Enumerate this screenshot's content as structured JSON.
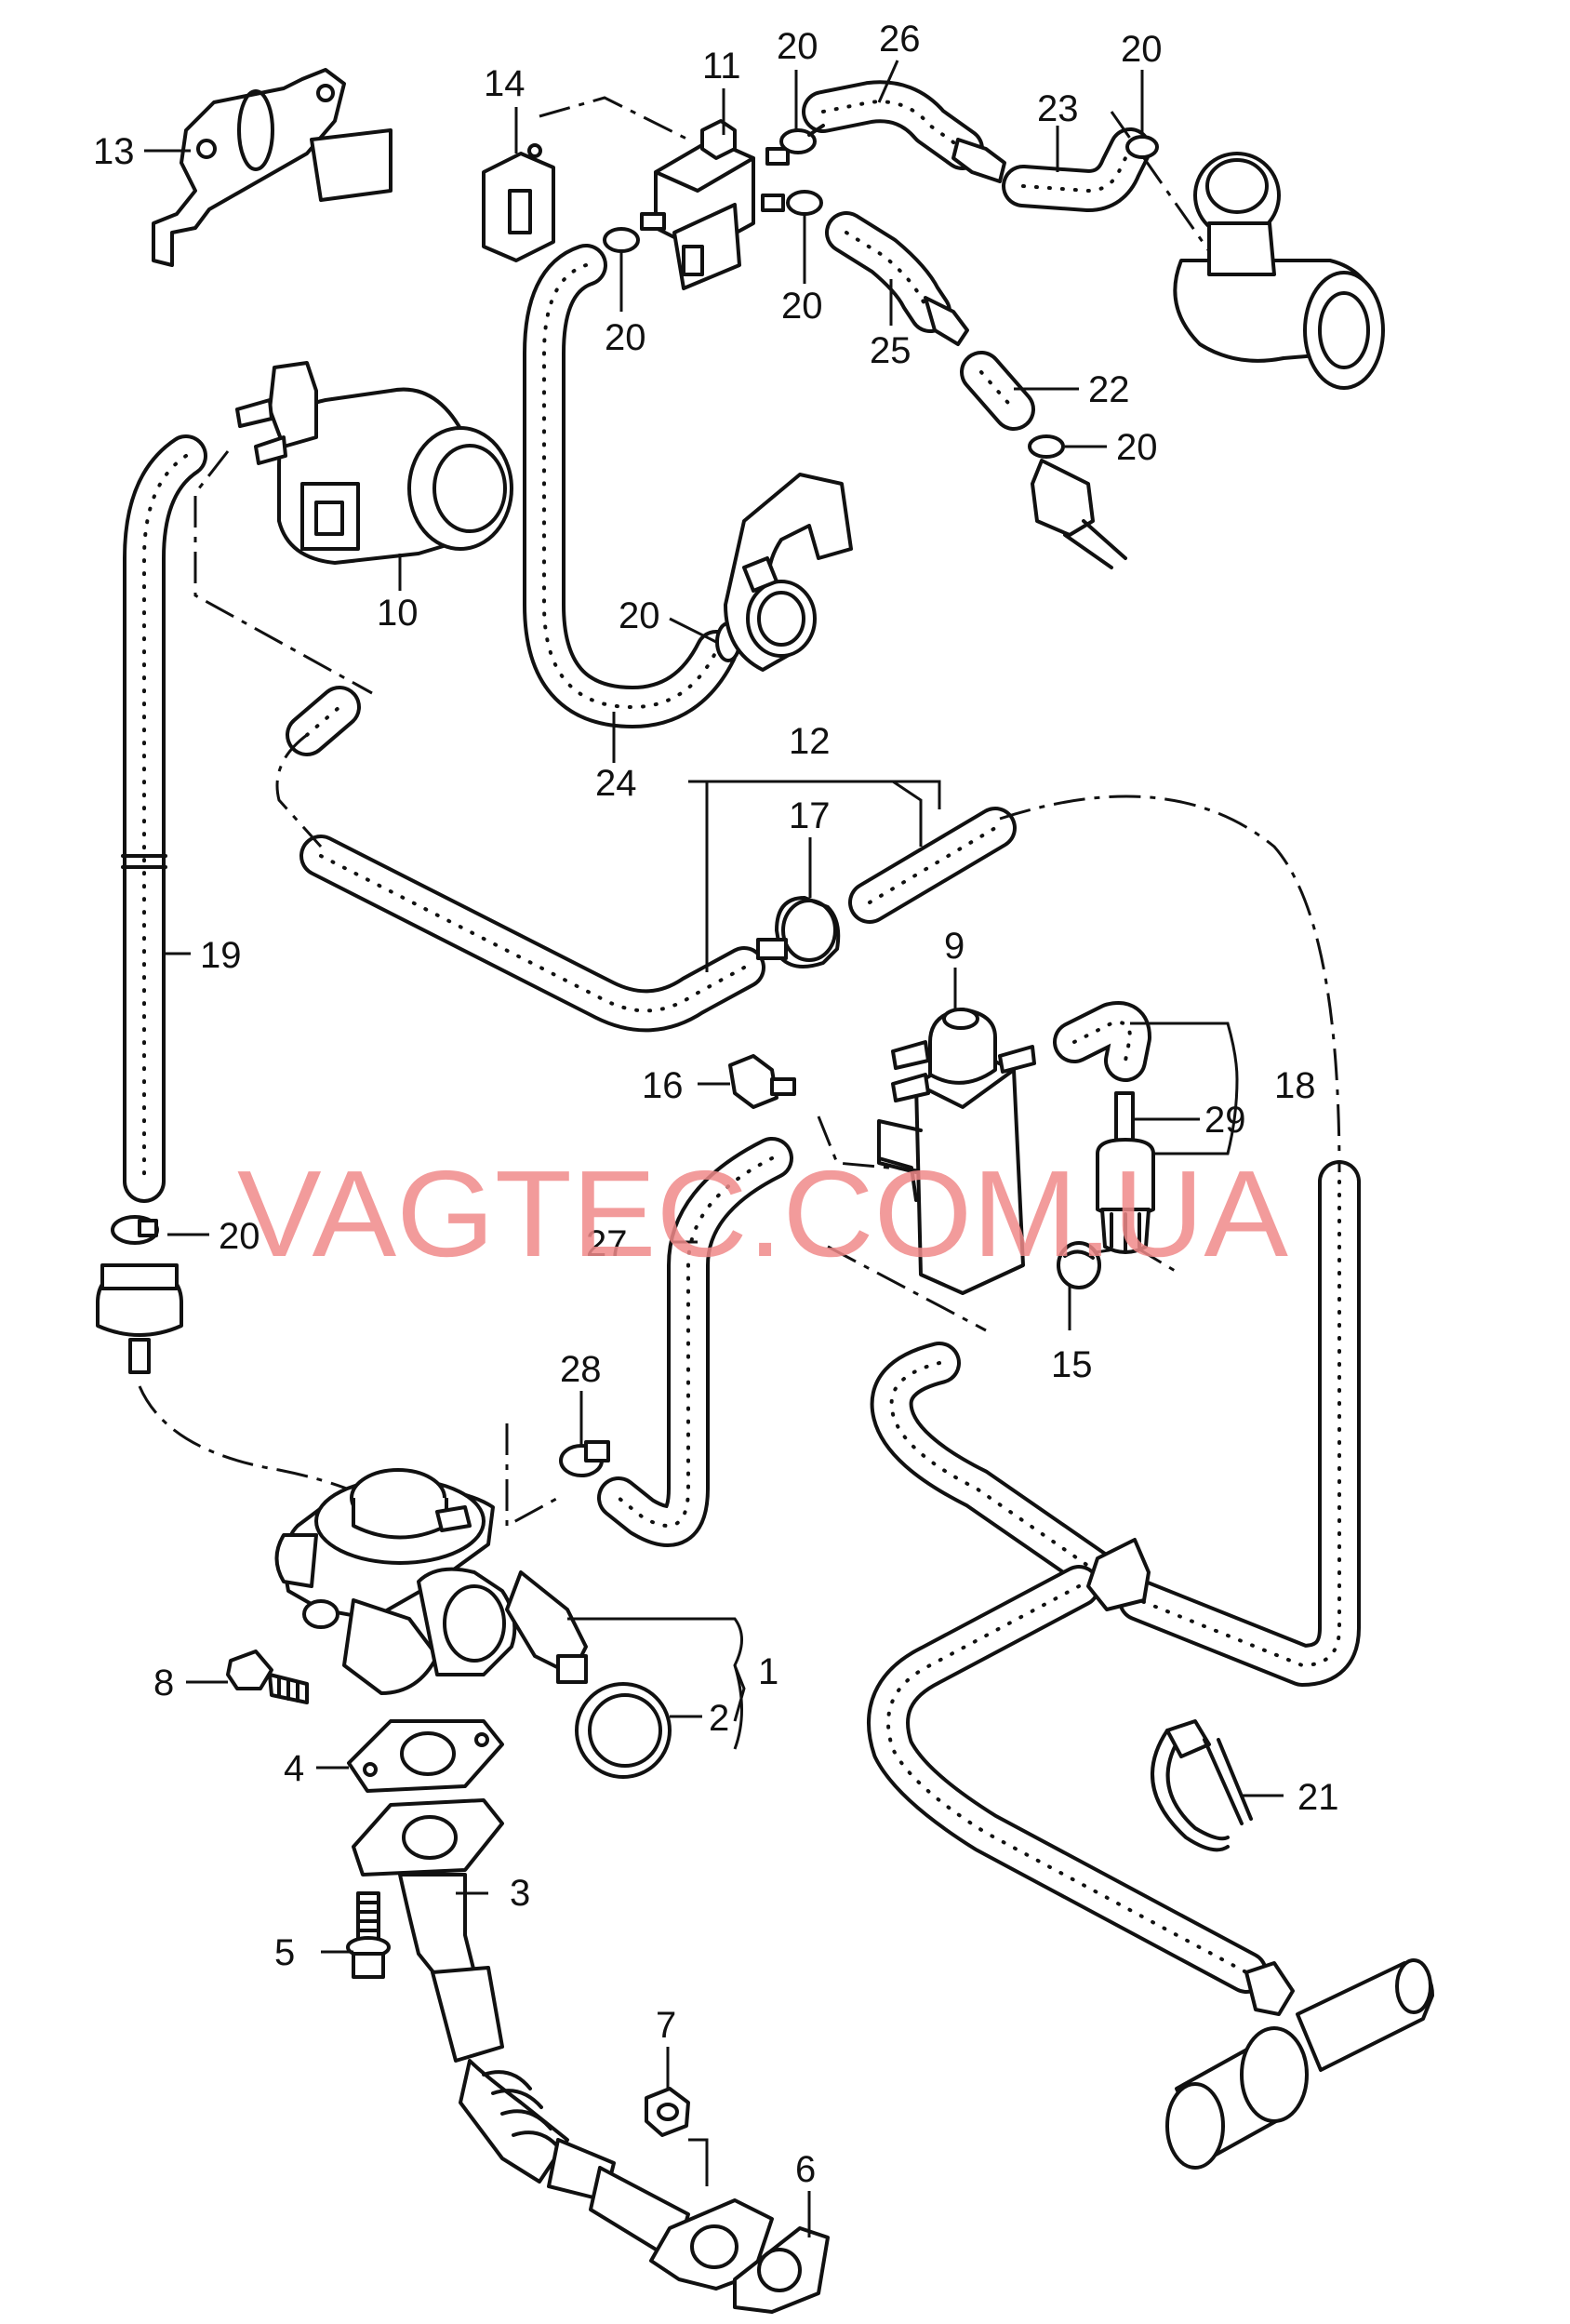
{
  "watermark": "VAGTEC.COM.UA",
  "colors": {
    "line": "#111111",
    "watermark": "#f08a8a",
    "background": "#ffffff"
  },
  "callouts": {
    "n1": "1",
    "n2": "2",
    "n3": "3",
    "n4": "4",
    "n5": "5",
    "n6": "6",
    "n7": "7",
    "n8": "8",
    "n9": "9",
    "n10": "10",
    "n11": "11",
    "n12": "12",
    "n13": "13",
    "n14": "14",
    "n15": "15",
    "n16": "16",
    "n17": "17",
    "n18": "18",
    "n19": "19",
    "n20": "20",
    "n21": "21",
    "n22": "22",
    "n23": "23",
    "n24": "24",
    "n25": "25",
    "n26": "26",
    "n27": "27",
    "n28": "28",
    "n29": "29"
  }
}
